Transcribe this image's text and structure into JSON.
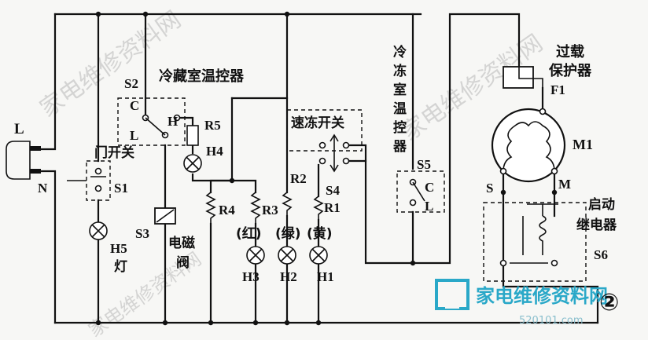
{
  "labels": {
    "plug_L": "L",
    "plug_N": "N",
    "door_switch": "门开关",
    "S1": "S1",
    "S2": "S2",
    "C_left": "C",
    "L_left": "L",
    "H_left": "H",
    "fridge_thermostat": "冷藏室温控器",
    "R5": "R5",
    "H4": "H4",
    "quick_freeze_switch": "速冻开关",
    "freezer_thermostat": [
      "冷",
      "冻",
      "室",
      "温",
      "控",
      "器"
    ],
    "S5": "S5",
    "C_right": "C",
    "L_right": "L",
    "overload_protector": [
      "过载",
      "保护器"
    ],
    "F1": "F1",
    "M1": "M1",
    "S_term": "S",
    "M_term": "M",
    "start_relay": [
      "启动",
      "继电器"
    ],
    "S6": "S6",
    "R4": "R4",
    "R3": "R3",
    "R2": "R2",
    "R1": "R1",
    "S4": "S4",
    "S3": "S3",
    "solenoid_valve": [
      "电磁",
      "阀"
    ],
    "H5": "H5",
    "lamp": "灯",
    "red": "(红)",
    "green": "(绿)",
    "yellow": "(黄)",
    "H3": "H3",
    "H2": "H2",
    "H1": "H1",
    "figure_number": "②"
  },
  "watermark": {
    "logo_text": "家电维修资料网",
    "url": "520101.com",
    "diag_text": "家电维修资料网"
  },
  "colors": {
    "ink": "#111111",
    "paper": "#f7f7f5",
    "logo": "#2aa8c8"
  }
}
